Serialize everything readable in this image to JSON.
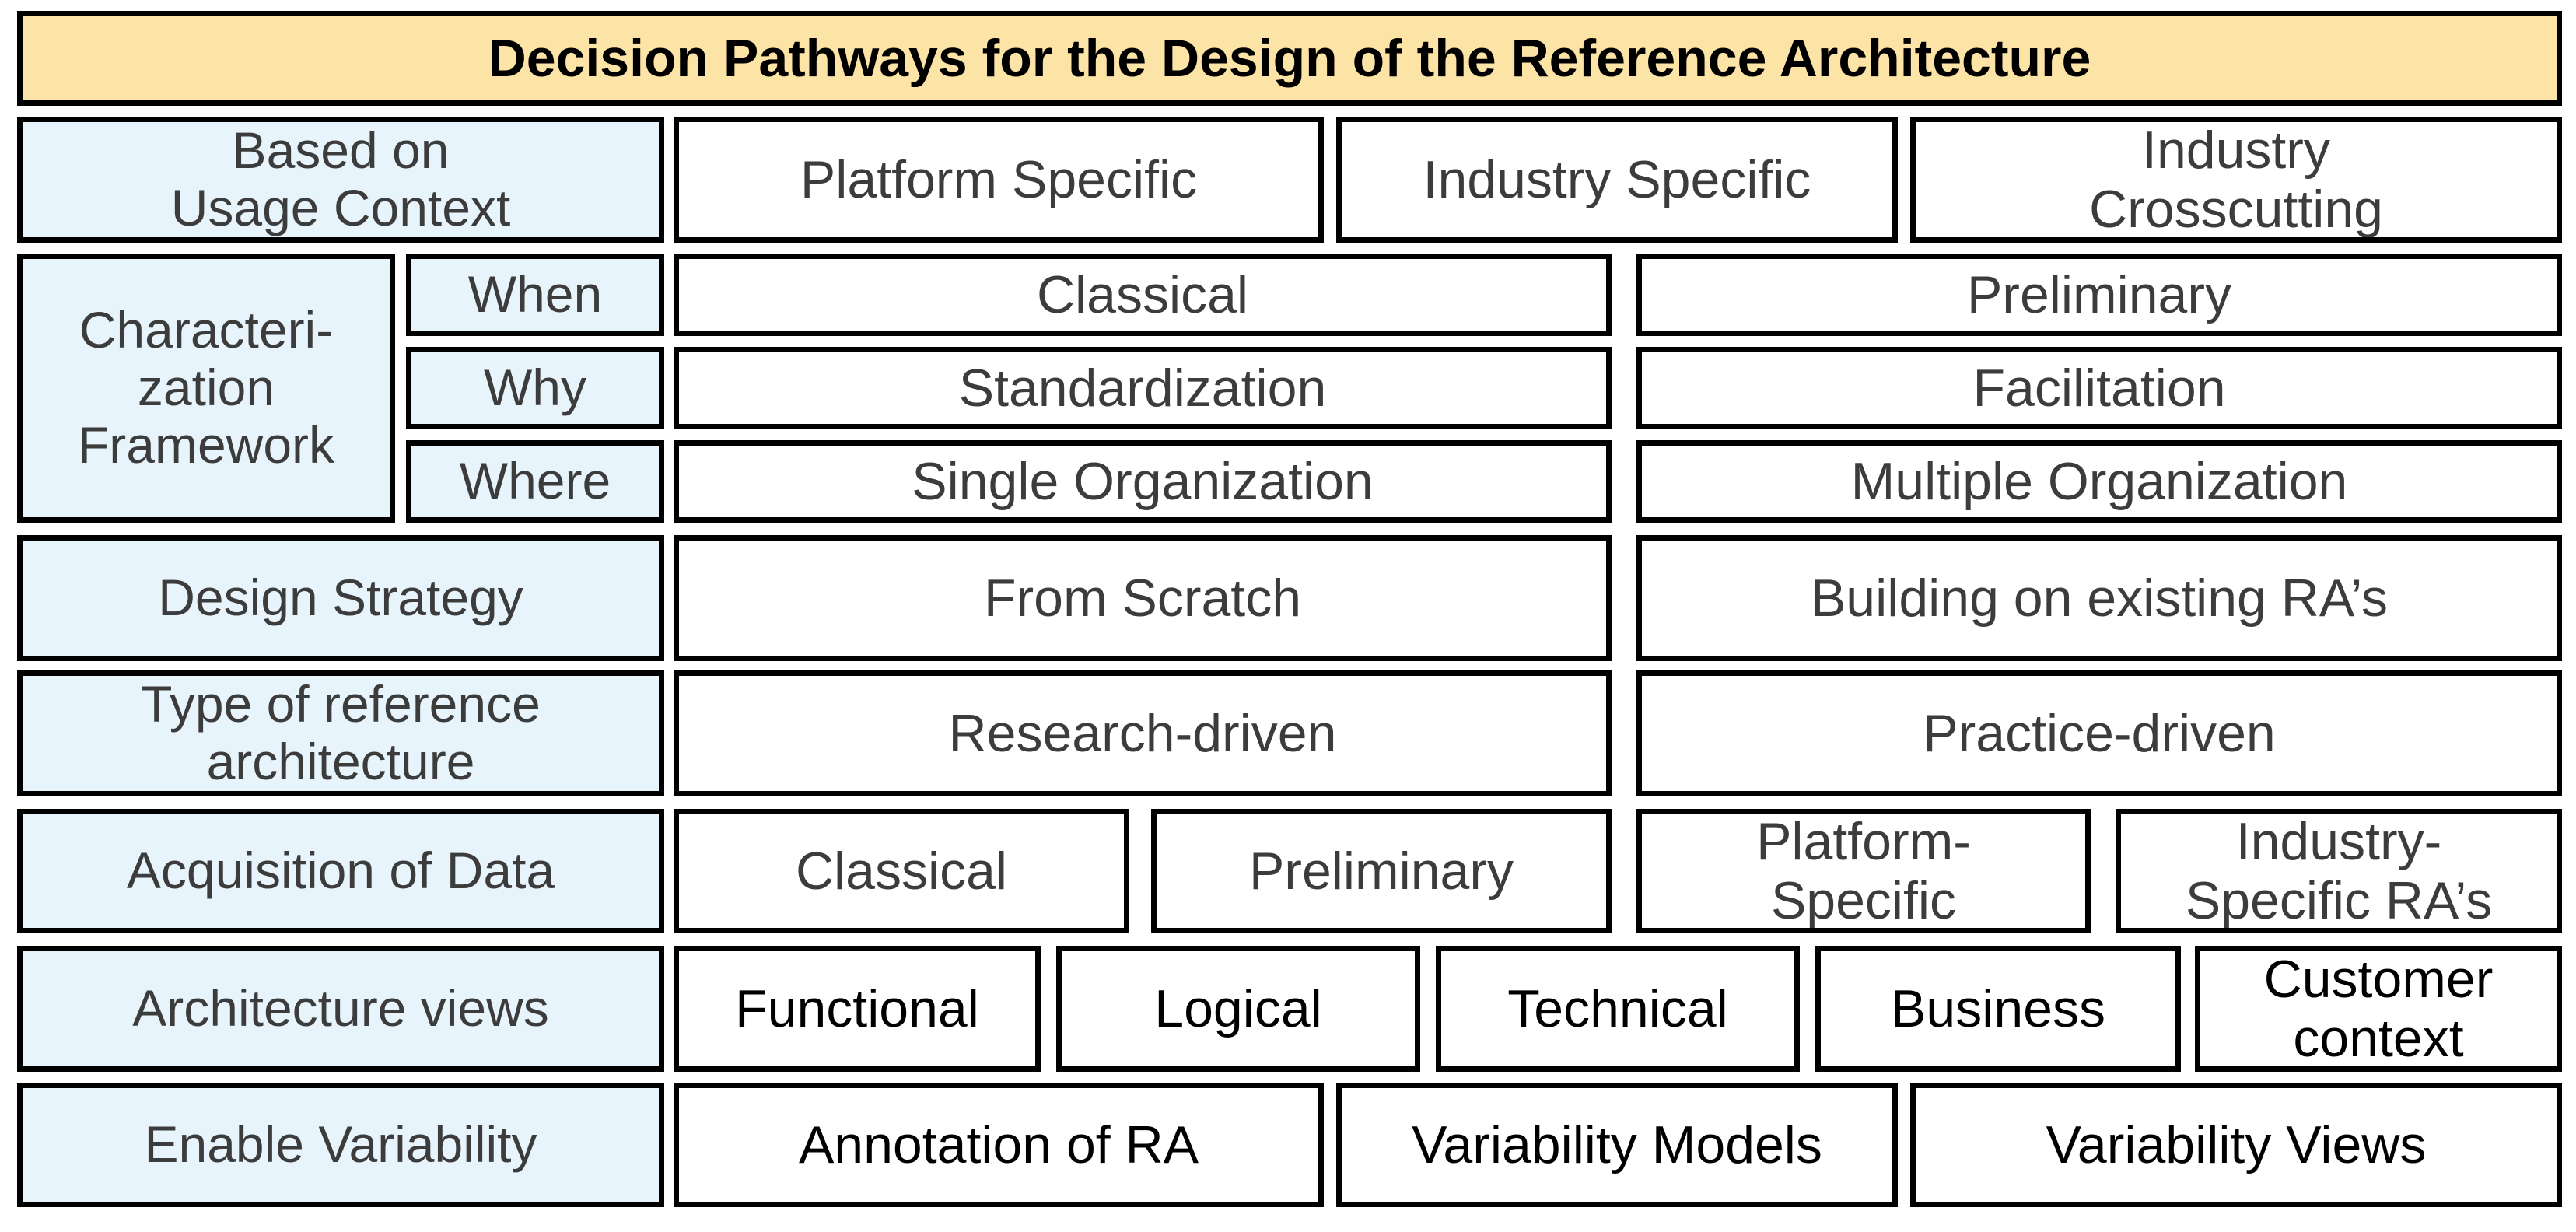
{
  "title": "Decision Pathways for the Design of the Reference Architecture",
  "colors": {
    "title_bg": "#fce3a6",
    "label_bg": "#e8f4fb",
    "border": "#000000",
    "gray_text": "#3c3c3c",
    "dark_text": "#000000"
  },
  "rows": {
    "usage_context": {
      "label": "Based on\nUsage Context",
      "options": [
        "Platform Specific",
        "Industry Specific",
        "Industry\nCrosscutting"
      ]
    },
    "characterization": {
      "label": "Characteri-\nzation\nFramework",
      "sub": [
        {
          "label": "When",
          "options": [
            "Classical",
            "Preliminary"
          ]
        },
        {
          "label": "Why",
          "options": [
            "Standardization",
            "Facilitation"
          ]
        },
        {
          "label": "Where",
          "options": [
            "Single Organization",
            "Multiple Organization"
          ]
        }
      ]
    },
    "design_strategy": {
      "label": "Design Strategy",
      "options": [
        "From Scratch",
        "Building on existing RA’s"
      ]
    },
    "type_of_ra": {
      "label": "Type of reference\narchitecture",
      "options": [
        "Research-driven",
        "Practice-driven"
      ]
    },
    "acquisition": {
      "label": "Acquisition of Data",
      "options": [
        "Classical",
        "Preliminary",
        "Platform-\nSpecific",
        "Industry-\nSpecific RA’s"
      ]
    },
    "architecture_views": {
      "label": "Architecture views",
      "options": [
        "Functional",
        "Logical",
        "Technical",
        "Business",
        "Customer\ncontext"
      ]
    },
    "variability": {
      "label": "Enable Variability",
      "options": [
        "Annotation of RA",
        "Variability Models",
        "Variability Views"
      ]
    }
  }
}
